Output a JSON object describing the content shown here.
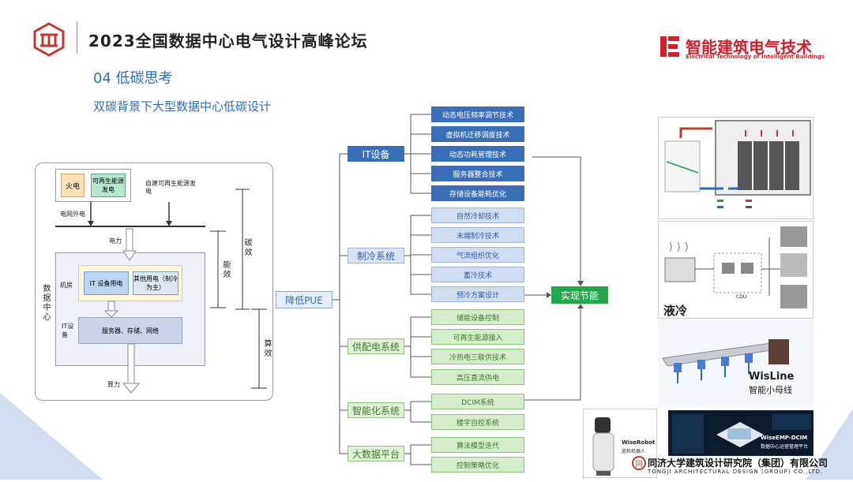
{
  "header": {
    "title": "2023全国数据中心电气设计高峰论坛",
    "brand_main": "智能建筑电气技术",
    "brand_sub": "Electrical Technology of Intelligent Buildings"
  },
  "section": {
    "title": "04  低碳思考",
    "subtitle": "双碳背景下大型数据中心低碳设计"
  },
  "left_diagram": {
    "fire_power": "火电",
    "renewable_power": "可再生能源发电",
    "self_renewable": "自建可再生能源发电",
    "grid_power": "电网外电",
    "power": "电力",
    "machine_room": "机房",
    "it_power": "IT 设备用电",
    "other_power": "其他用电（制冷为主）",
    "datacenter": "数据中心",
    "it_equipment": "IT设备",
    "servers": "服务器、存储、网络",
    "compute": "算力",
    "carbon_eff": "碳效",
    "energy_eff": "能效",
    "compute_eff": "算效"
  },
  "tree": {
    "root": "降低PUE",
    "goal": "实现节能",
    "categories": [
      {
        "label": "IT设备",
        "leaves": [
          "动态电压频率调节技术",
          "虚拟机迁移调度技术",
          "动态功耗管理技术",
          "服务器整合技术",
          "存储设备能耗优化"
        ]
      },
      {
        "label": "制冷系统",
        "leaves": [
          "自然冷却技术",
          "末端制冷技术",
          "气流组织优化",
          "蓄冷技术",
          "预冷方案设计"
        ]
      },
      {
        "label": "供配电系统",
        "leaves": [
          "储能设备控制",
          "可再生能源接入",
          "冷热电三联供技术",
          "高压直流供电"
        ]
      },
      {
        "label": "智能化系统",
        "leaves": [
          "DCIM系统",
          "楼宇自控系统"
        ]
      },
      {
        "label": "大数据平台",
        "leaves": [
          "算法模型迭代",
          "控制策略优化"
        ]
      }
    ]
  },
  "right_images": {
    "liquid_cooling": "液冷",
    "cdu": "CDU",
    "wisline_title": "WisLine",
    "wisline_sub": "智能小母线",
    "wiserobot_title": "WiseRobot",
    "wiserobot_sub": "巡检机器人",
    "wiseemp_title": "WiseEMP-DCIM",
    "wiseemp_sub": "数据中心运营管理平台"
  },
  "footer": {
    "company": "同济大学建筑设计研究院（集团）有限公司",
    "company_en": "TONGJI ARCHITECTURAL DESIGN (GROUP) CO.,LTD."
  }
}
